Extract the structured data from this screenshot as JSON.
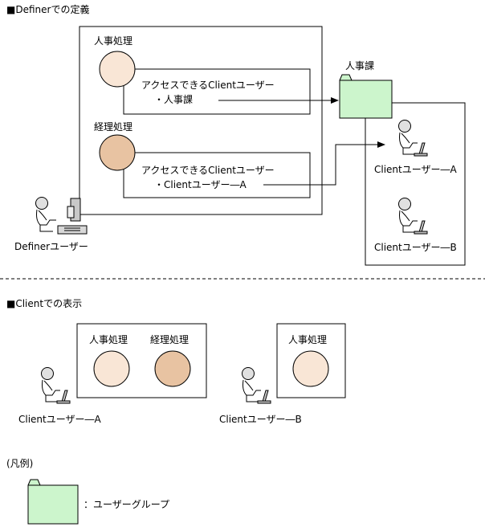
{
  "definer_section": {
    "title": "■Definerでの定義",
    "jinji_label": "人事処理",
    "keiri_label": "経理処理",
    "access1_line1": "アクセスできるClientユーザー",
    "access1_line2": "・人事課",
    "access2_line1": "アクセスできるClientユーザー",
    "access2_line2": "・Clientユーザー―A",
    "group_label": "人事課",
    "user_a_label": "Clientユーザー―A",
    "user_b_label": "Clientユーザー―B",
    "definer_user_label": "Definerユーザー"
  },
  "client_section": {
    "title": "■Clientでの表示",
    "a_label1": "人事処理",
    "a_label2": "経理処理",
    "user_a_label": "Clientユーザー―A",
    "b_label1": "人事処理",
    "user_b_label": "Clientユーザー―B"
  },
  "legend": {
    "title": "(凡例)",
    "group_desc": "：ユーザーグループ"
  },
  "colors": {
    "jinji_circle": "#f9e6d6",
    "keiri_circle": "#e8c3a2",
    "group_fill": "#ccf5cc"
  }
}
